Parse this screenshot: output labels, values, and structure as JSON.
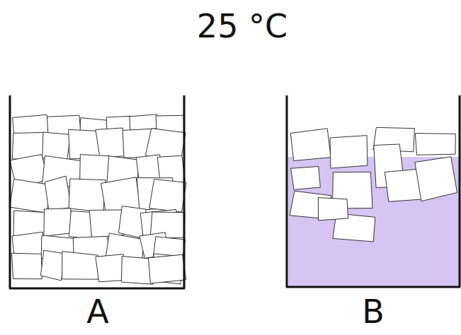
{
  "diagram": {
    "title": "25 °C",
    "labels": [
      "A",
      "B"
    ]
  }
}
